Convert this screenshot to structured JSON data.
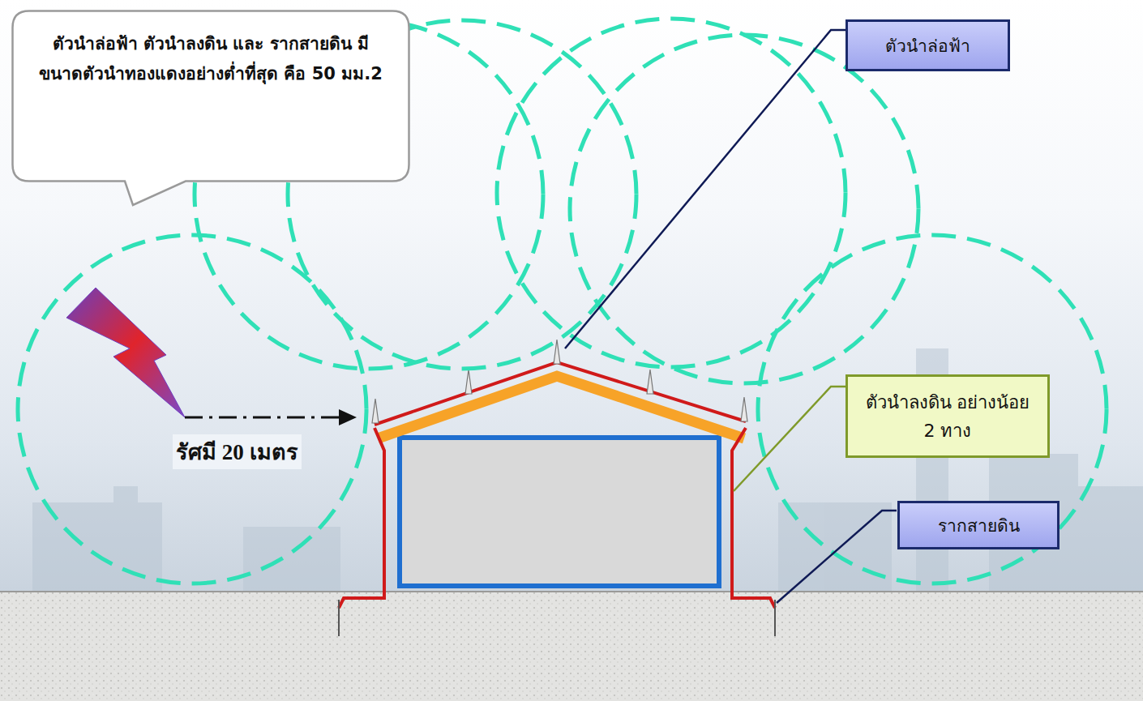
{
  "diagram": {
    "nodes": [
      {
        "text": [
          "ตัวนำล่อฟ้า ตัวนำลงดิน และ รากสายดิน มี ขนาดตัวนำทองแดงอย่างต่ำที่สุด คือ 50 มม.2"
        ]
      },
      {
        "text": [
          "ตัวนำล่อฟ้า"
        ]
      },
      {
        "text": [
          "ตัวนำลงดิน อย่างน้อย 2 ทาง"
        ]
      },
      {
        "text": [
          "รากสายดิน"
        ]
      }
    ],
    "labels": [
      "รัศมี 20 เมตร"
    ]
  }
}
